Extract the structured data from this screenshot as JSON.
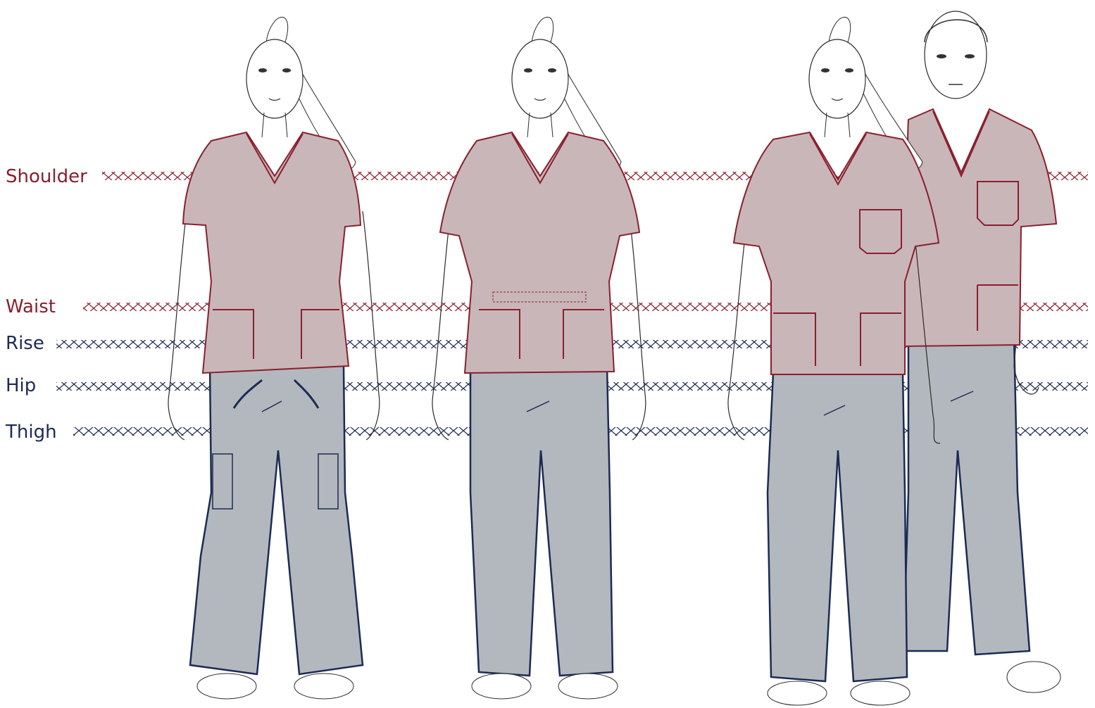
{
  "measurements": [
    {
      "key": "shoulder",
      "label": "Shoulder",
      "group": "top"
    },
    {
      "key": "waist",
      "label": "Waist",
      "group": "top"
    },
    {
      "key": "rise",
      "label": "Rise",
      "group": "bottom"
    },
    {
      "key": "hip",
      "label": "Hip",
      "group": "bottom"
    },
    {
      "key": "thigh",
      "label": "Thigh",
      "group": "bottom"
    }
  ],
  "colors": {
    "top_line": "#8a1f2e",
    "bottom_line": "#1c2a55",
    "top_fill": "#c9b6b8",
    "bottom_fill": "#b2b8bd",
    "outline": "#2a2a2a"
  }
}
